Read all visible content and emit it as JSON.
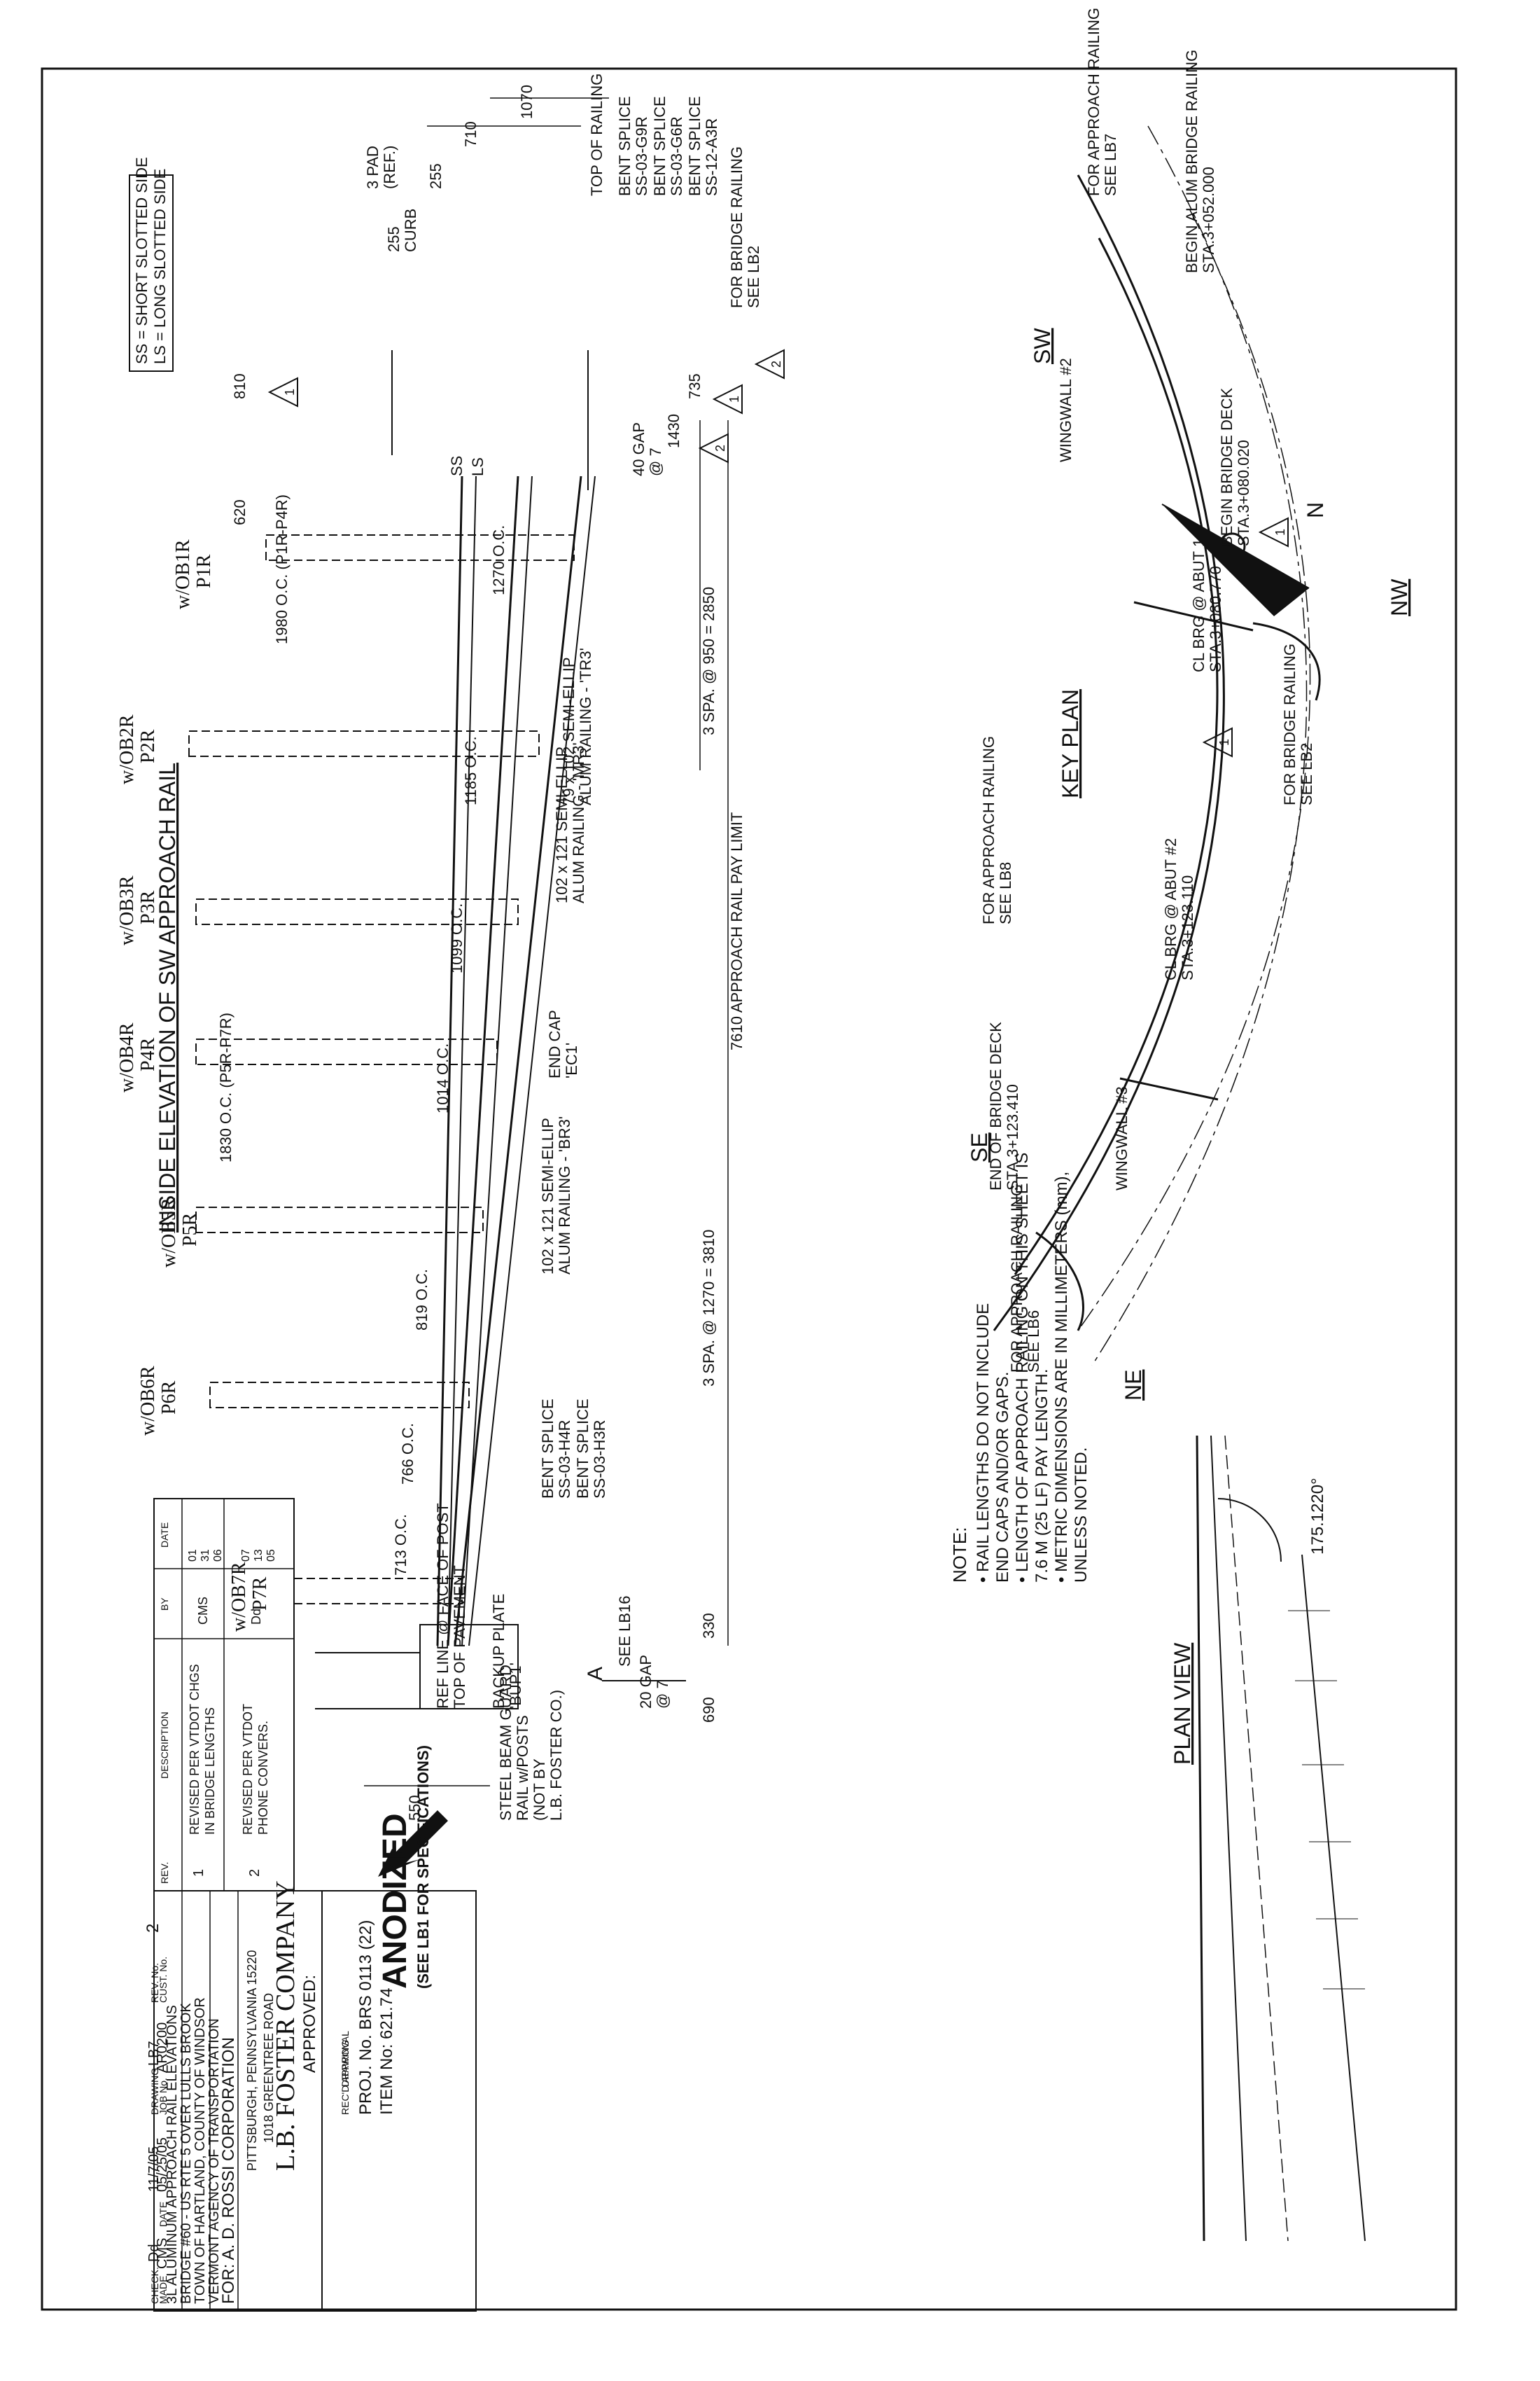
{
  "doc": {
    "key_plan": {
      "title": "KEY PLAN",
      "nw": "NW",
      "sw": "SW",
      "se": "SE",
      "ne": "NE",
      "north": "N",
      "begin_alum": [
        "BEGIN ALUM BRIDGE RAILING",
        "STA.3+052.000"
      ],
      "for_approach_lb7": [
        "FOR APPROACH RAILING",
        "SEE LB7"
      ],
      "wingwall2": "WINGWALL #2",
      "begin_deck": [
        "BEGIN BRIDGE DECK",
        "STA.3+080.020"
      ],
      "cl_brg1": [
        "CL BRG @ ABUT 1",
        "STA.3+080.770"
      ],
      "for_bridge_lb2": [
        "FOR BRIDGE RAILING",
        "SEE LB2"
      ],
      "for_approach_lb8": [
        "FOR APPROACH RAILING",
        "SEE LB8"
      ],
      "cl_brg2": [
        "CL BRG @ ABUT #2",
        "STA.3+123.110"
      ],
      "end_deck": [
        "END OF BRIDGE DECK",
        "STA.3+123.410"
      ],
      "wingwall3": "WINGWALL #3",
      "for_approach_lb6": [
        "FOR APPROACH RAILING",
        "SEE LB6"
      ],
      "rev1": "1"
    },
    "plan_view": {
      "title": "PLAN VIEW",
      "angle": "175.1220°"
    },
    "notes": {
      "heading": "NOTE:",
      "lines": [
        "• RAIL LENGTHS DO NOT INCLUDE",
        "  END CAPS AND/OR GAPS.",
        "• LENGTH OF APPROACH RAILING ON THIS SHEET IS",
        "  7.6 M (25 LF) PAY LENGTH.",
        "• METRIC DIMENSIONS ARE IN MILLIMETERS (mm),",
        "  UNLESS NOTED."
      ]
    },
    "elevation": {
      "title": "INSIDE ELEVATION OF SW APPROACH RAIL",
      "legend": [
        "SS = SHORT SLOTTED SIDE",
        "LS = LONG SLOTTED SIDE"
      ],
      "dims": {
        "d1070": "1070",
        "d710": "710",
        "pad": [
          "3 PAD",
          "(REF.)"
        ],
        "d255": "255",
        "curb": [
          "255",
          "CURB"
        ],
        "top_railing": "TOP OF RAILING",
        "splice1": [
          "BENT SPLICE",
          "SS-12-A3R"
        ],
        "splice2": [
          "BENT SPLICE",
          "SS-03-G6R"
        ],
        "splice3": [
          "BENT SPLICE",
          "SS-03-G9R"
        ],
        "for_bridge": [
          "FOR BRIDGE RAILING",
          "SEE LB2"
        ],
        "d810": "810",
        "d735": "735",
        "d1430": "1430",
        "gap40": [
          "40 GAP",
          "@ 7"
        ],
        "d620": "620",
        "spa1": "3 SPA. @ 950 = 2850",
        "pay": "7610 APPROACH RAIL PAY LIMIT",
        "spa2": "3 SPA. @ 1270 = 3810",
        "d330": "330",
        "d690": "690",
        "d550": "550",
        "oc1270": "1270 O.C.",
        "oc1980": "1980 O.C. (P1R-P4R)",
        "oc1185": "1185 O.C.",
        "oc1099": "1099 O.C.",
        "oc1014": "1014 O.C.",
        "oc1830": "1830 O.C. (P5R-P7R)",
        "oc819": "819 O.C.",
        "oc766": "766 O.C.",
        "oc713": "713 O.C.",
        "rail_tr3": [
          "79 x 102 SEMI-ELLIP",
          "ALUM RAILING - 'TR3'"
        ],
        "rail_mr3": [
          "102 x 121 SEMI-ELLIP",
          "ALUM RAILING - 'MR3'"
        ],
        "end_cap": [
          "END CAP",
          "'EC1'"
        ],
        "rail_br3": [
          "102 x 121 SEMI-ELLIP",
          "ALUM RAILING - 'BR3'"
        ],
        "splice4": [
          "BENT SPLICE",
          "SS-03-H3R"
        ],
        "splice5": [
          "BENT SPLICE",
          "SS-03-H4R"
        ],
        "gap20": [
          "20 GAP",
          "@ 7"
        ],
        "see_lb16": "SEE LB16",
        "sect_a": "A",
        "backup": [
          "BACKUP PLATE",
          "'BUP1'"
        ],
        "ref_line": [
          "REF LINE @ FACE OF POST",
          "TOP OF PAVEMENT"
        ],
        "guard": [
          "STEEL BEAM GUARD",
          "RAIL w/POSTS",
          "(NOT BY",
          "L.B. FOSTER CO.)"
        ],
        "ls": "LS",
        "ss": "SS"
      },
      "posts": [
        {
          "id": "P1R",
          "base": "w/OB1R"
        },
        {
          "id": "P2R",
          "base": "w/OB2R"
        },
        {
          "id": "P3R",
          "base": "w/OB3R"
        },
        {
          "id": "P4R",
          "base": "w/OB4R"
        },
        {
          "id": "P5R",
          "base": "w/OB5R"
        },
        {
          "id": "P6R",
          "base": "w/OB6R"
        },
        {
          "id": "P7R",
          "base": "w/OB7R"
        }
      ],
      "rev_marks": {
        "r1": "1",
        "r2": "2"
      }
    },
    "anodized": {
      "word": "ANODIZED",
      "note": "(SEE LB1 FOR SPECIFICATIONS)"
    },
    "title_block": {
      "item": "ITEM No: 621.74",
      "proj": "PROJ. No. BRS 0113 (22)",
      "approved": "APPROVED:",
      "drawing": "DRAWING",
      "recd": "REC'D APPROVAL",
      "company": "L.B. FOSTER COMPANY",
      "addr1": "1018 GREENTREE ROAD",
      "addr2": "PITTSBURGH, PENNSYLVANIA 15220",
      "for": "FOR: A. D. ROSSI CORPORATION",
      "l1": "VERMONT AGENCY OF TRANSPORTATION",
      "l2": "TOWN OF HARTLAND, COUNTY OF WINDSOR",
      "l3": "BRIDGE #60 - US RTE 5 OVER LULLS BROOK",
      "l4": "3L ALUMINUM APPROACH RAIL ELEVATIONS",
      "made": "MADE",
      "made_by": "CMS",
      "date_lbl": "DATE",
      "made_date": "05/25/05",
      "job_lbl": "JOB No.",
      "job": "AR0200",
      "cust_lbl": "CUST. No.",
      "check": "CHECK.",
      "check_by": "Dd",
      "check_date": "11/7/05",
      "drawing_no_lbl": "DRAWING",
      "drawing_no": "LB7",
      "rev_no_lbl": "REV. No.",
      "rev_no": "2",
      "rev_rows": [
        {
          "rev": "2",
          "desc": [
            "REVISED PER VTDOT",
            "PHONE CONVERS."
          ],
          "by": "Dd",
          "date": [
            "07",
            "13",
            "05"
          ]
        },
        {
          "rev": "1",
          "desc": [
            "REVISED PER VTDOT CHGS",
            "IN BRIDGE LENGTHS"
          ],
          "by": "CMS",
          "date": [
            "01",
            "31",
            "06"
          ]
        }
      ],
      "rev_hdr": {
        "rev": "REV.",
        "desc": "DESCRIPTION",
        "by": "BY",
        "date": "DATE"
      }
    }
  }
}
